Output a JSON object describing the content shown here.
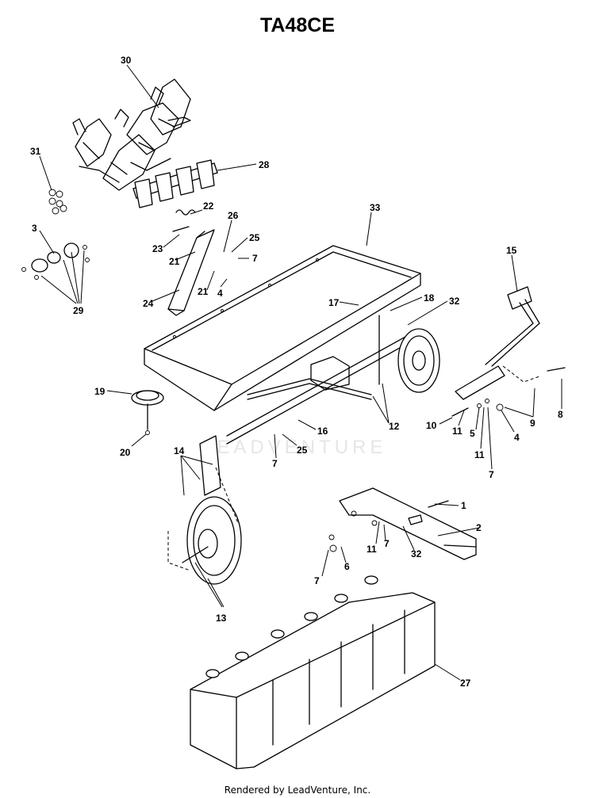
{
  "title": "TA48CE",
  "watermark": "LEADVENTURE",
  "footer": "Rendered by LeadVenture, Inc.",
  "callouts": [
    "30",
    "31",
    "28",
    "22",
    "33",
    "26",
    "25",
    "3",
    "23",
    "7",
    "21",
    "21",
    "4",
    "24",
    "29",
    "15",
    "17",
    "18",
    "32",
    "19",
    "16",
    "12",
    "10",
    "11",
    "5",
    "4",
    "9",
    "8",
    "11",
    "7",
    "20",
    "14",
    "7",
    "25",
    "1",
    "2",
    "11",
    "7",
    "32",
    "6",
    "7",
    "13",
    "27"
  ]
}
